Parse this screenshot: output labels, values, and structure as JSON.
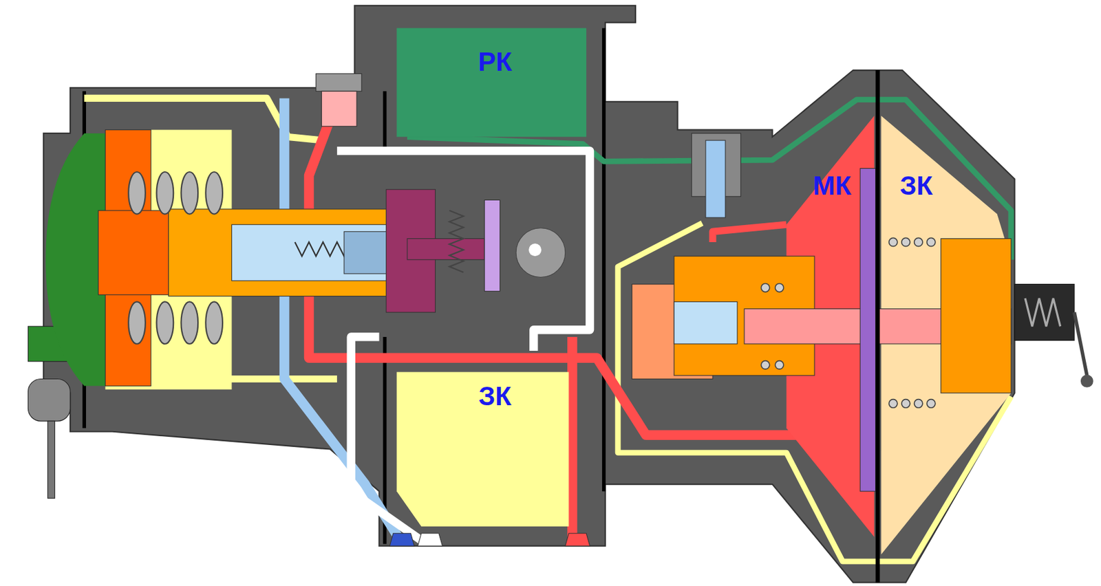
{
  "diagram": {
    "labels": [
      "РК",
      "МК",
      "ЗК",
      "ЗК"
    ]
  }
}
